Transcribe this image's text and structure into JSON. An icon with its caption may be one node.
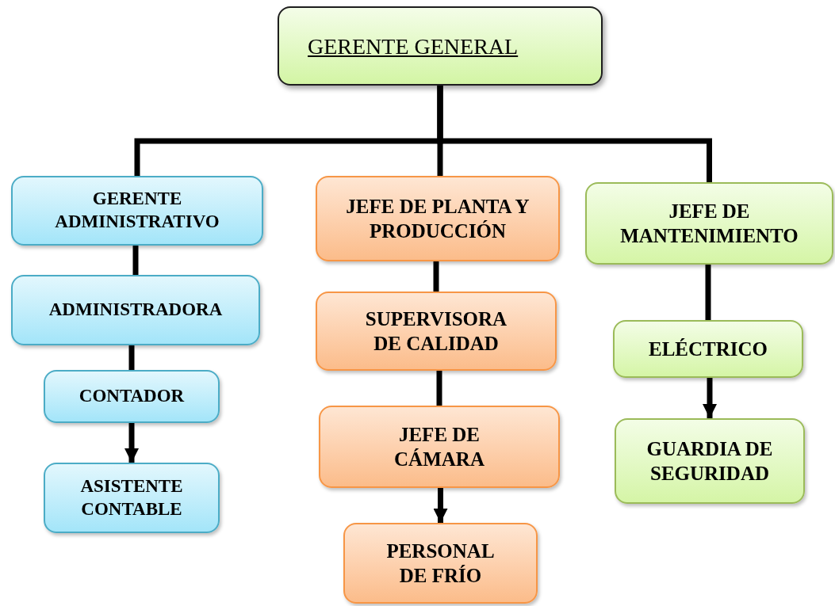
{
  "diagram": {
    "nodes": [
      {
        "text": [
          "GERENTE GENERAL"
        ]
      },
      {
        "text": [
          "GERENTE ADMINISTRATIVO"
        ]
      },
      {
        "text": [
          "ADMINISTRADORA"
        ]
      },
      {
        "text": [
          "CONTADOR"
        ]
      },
      {
        "text": [
          "ASISTENTE CONTABLE"
        ]
      },
      {
        "text": [
          "JEFE DE PLANTA Y PRODUCCIÓN"
        ]
      },
      {
        "text": [
          "SUPERVISORA DE CALIDAD"
        ]
      },
      {
        "text": [
          "JEFE DE CÁMARA"
        ]
      },
      {
        "text": [
          "PERSONAL DE FRÍO"
        ]
      },
      {
        "text": [
          "JEFE DE MANTENIMIENTO"
        ]
      },
      {
        "text": [
          "ELÉCTRICO"
        ]
      },
      {
        "text": [
          "GUARDIA DE SEGURIDAD"
        ]
      }
    ],
    "edges": [
      {
        "from": 0,
        "to": 1,
        "arrow": "none"
      },
      {
        "from": 0,
        "to": 5,
        "arrow": "none"
      },
      {
        "from": 0,
        "to": 9,
        "arrow": "none"
      },
      {
        "from": 1,
        "to": 2,
        "arrow": "none"
      },
      {
        "from": 2,
        "to": 3,
        "arrow": "none"
      },
      {
        "from": 3,
        "to": 4,
        "arrow": "to"
      },
      {
        "from": 5,
        "to": 6,
        "arrow": "none"
      },
      {
        "from": 6,
        "to": 7,
        "arrow": "none"
      },
      {
        "from": 7,
        "to": 8,
        "arrow": "to"
      },
      {
        "from": 9,
        "to": 10,
        "arrow": "none"
      },
      {
        "from": 10,
        "to": 11,
        "arrow": "to"
      }
    ]
  }
}
